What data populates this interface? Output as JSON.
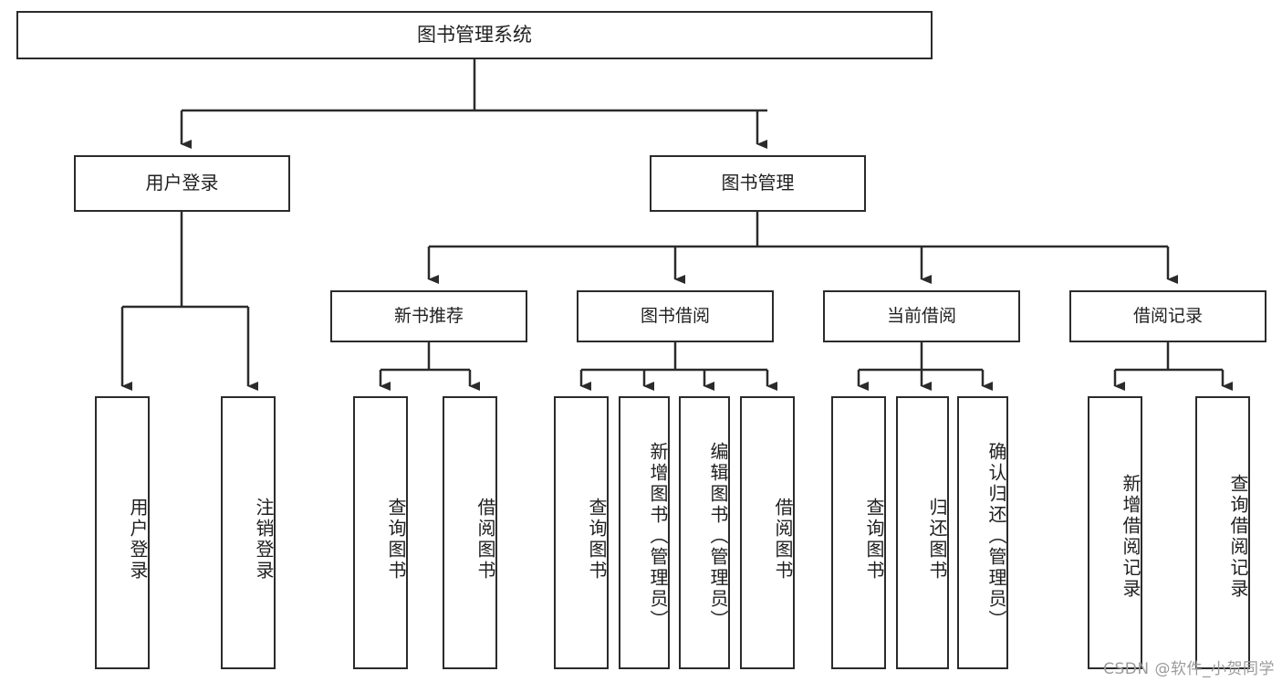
{
  "diagram": {
    "title": "图书管理系统",
    "type": "功能结构图",
    "line_color": "#2b2b2b",
    "box_fill": "#ffffff",
    "text_color": "#1f1f1f",
    "watermark": "CSDN @软件_小贺同学"
  },
  "root": {
    "label": "图书管理系统"
  },
  "level1": [
    {
      "label": "用户登录"
    },
    {
      "label": "图书管理"
    }
  ],
  "level2": [
    {
      "label": "新书推荐"
    },
    {
      "label": "图书借阅"
    },
    {
      "label": "当前借阅"
    },
    {
      "label": "借阅记录"
    }
  ],
  "leaves": {
    "user_login": [
      {
        "label": "用户登录"
      },
      {
        "label": "注销登录"
      }
    ],
    "new_book_recommend": [
      {
        "label": "查询图书"
      },
      {
        "label": "借阅图书"
      }
    ],
    "book_borrow": [
      {
        "label": "查询图书"
      },
      {
        "label": "新增图书（管理员）"
      },
      {
        "label": "编辑图书（管理员）"
      },
      {
        "label": "借阅图书"
      }
    ],
    "current_borrow": [
      {
        "label": "查询图书"
      },
      {
        "label": "归还图书"
      },
      {
        "label": "确认归还（管理员）"
      }
    ],
    "borrow_record": [
      {
        "label": "新增借阅记录"
      },
      {
        "label": "查询借阅记录"
      }
    ]
  }
}
